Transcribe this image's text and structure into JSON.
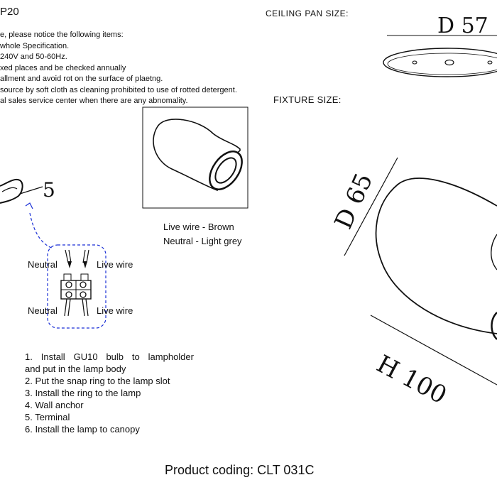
{
  "header": {
    "ip_code": "P20",
    "ceiling_pan_size_label": "CEILING PAN  SIZE:",
    "fixture_size_label": "FIXTURE SIZE:"
  },
  "notes": [
    "e, please notice the following items:",
    "whole Specification.",
    "240V and 50-60Hz.",
    "xed places and be checked annually",
    "allment and avoid rot on the surface of plaetng.",
    "source by soft cloth as cleaning prohibited to use of rotted detergent.",
    "al sales service center when there are any abnomality."
  ],
  "wiring": {
    "callout_number": "5",
    "neutral_top": "Neutral",
    "live_top": "Live wire",
    "neutral_bottom": "Neutral",
    "live_bottom": "Live wire",
    "live_color": "Live wire - Brown",
    "neutral_color": "Neutral - Light grey"
  },
  "dimensions": {
    "ceiling_pan_diameter": "D 57",
    "fixture_diameter": "D 65",
    "fixture_height": "H 100"
  },
  "steps": {
    "step1_words": [
      "1.",
      "Install",
      "GU10",
      "bulb",
      "to",
      "lampholder"
    ],
    "step1_cont": "and put in the lamp body",
    "step2": "2. Put the snap ring to the lamp slot",
    "step3": "3. Install the ring to the lamp",
    "step4": "4. Wall anchor",
    "step5": "5. Terminal",
    "step6": "6. Install the lamp to canopy"
  },
  "footer": {
    "product_coding": "Product coding: CLT 031C"
  },
  "colors": {
    "ink": "#111111",
    "dashed_frame": "#1a2fd6"
  }
}
